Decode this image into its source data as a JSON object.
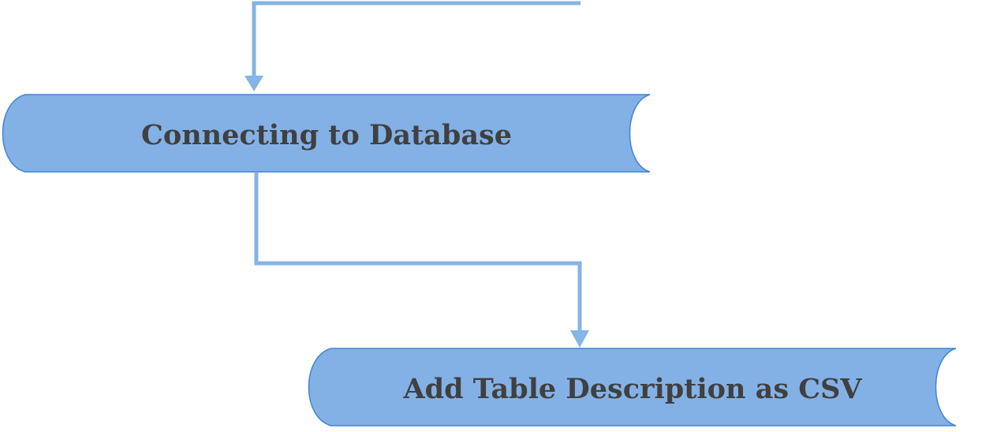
{
  "diagram": {
    "colors": {
      "node_fill": "#83B1E5",
      "node_stroke": "#3F85D3",
      "connector": "#85B4E6",
      "label": "#404040"
    },
    "nodes": [
      {
        "id": "connect-db",
        "label": "Connecting to Database"
      },
      {
        "id": "table-desc",
        "label": "Add Table Description as CSV"
      }
    ],
    "edges": [
      {
        "from": "",
        "to": "connect-db"
      },
      {
        "from": "connect-db",
        "to": "table-desc"
      }
    ]
  }
}
